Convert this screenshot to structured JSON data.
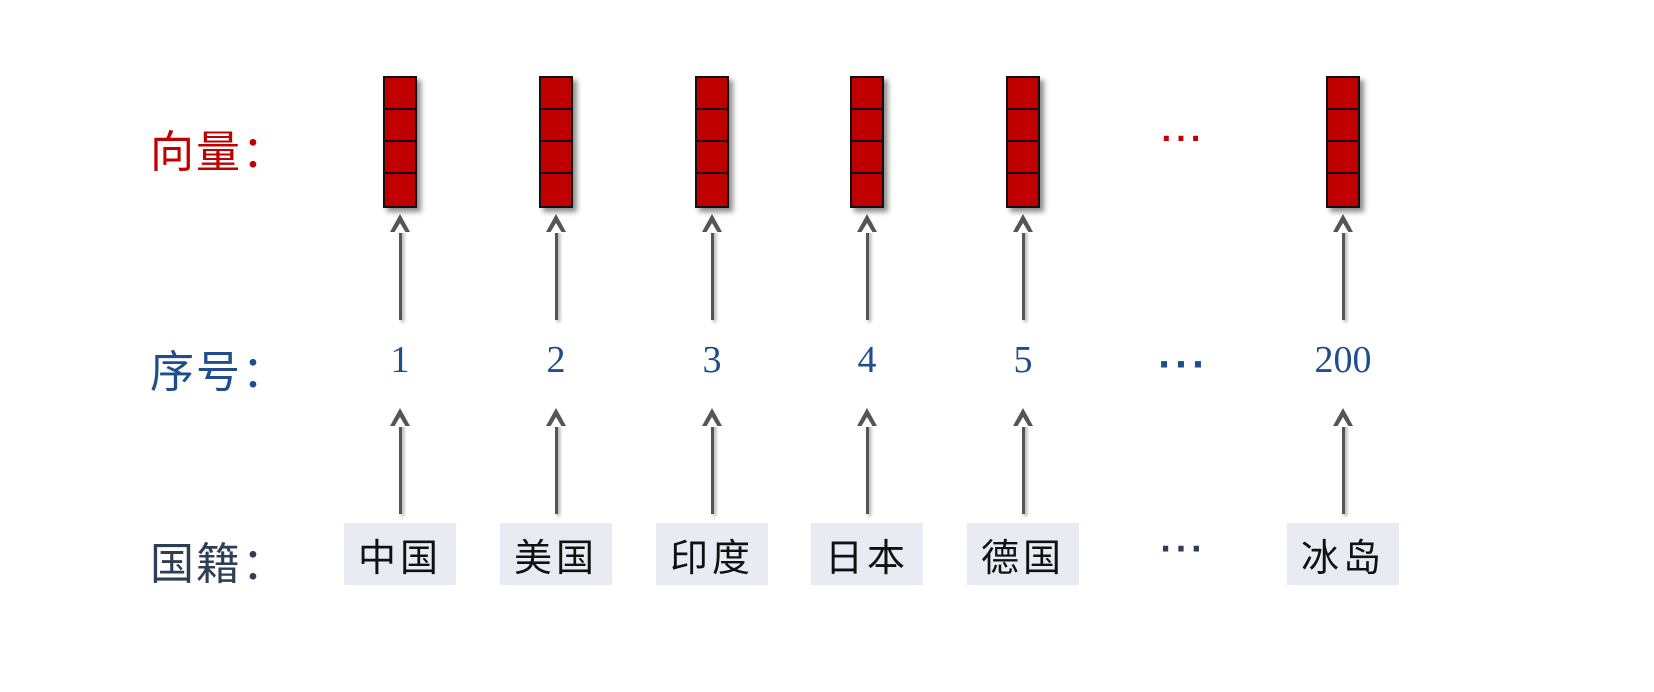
{
  "labels": {
    "vector": "向量：",
    "index": "序号：",
    "nationality": "国籍："
  },
  "colors": {
    "vector": "#c00000",
    "index": "#1f4e8c",
    "nationality": "#2e3e55",
    "box_bg": "#e8ecf2",
    "arrow": "#555555"
  },
  "columns": [
    {
      "index": "1",
      "nationality": "中国",
      "vector_cells": 4
    },
    {
      "index": "2",
      "nationality": "美国",
      "vector_cells": 4
    },
    {
      "index": "3",
      "nationality": "印度",
      "vector_cells": 4
    },
    {
      "index": "4",
      "nationality": "日本",
      "vector_cells": 4
    },
    {
      "index": "5",
      "nationality": "德国",
      "vector_cells": 4
    },
    {
      "ellipsis": true,
      "vector": "···",
      "index": "···",
      "nationality": "···"
    },
    {
      "index": "200",
      "nationality": "冰岛",
      "vector_cells": 4
    }
  ]
}
